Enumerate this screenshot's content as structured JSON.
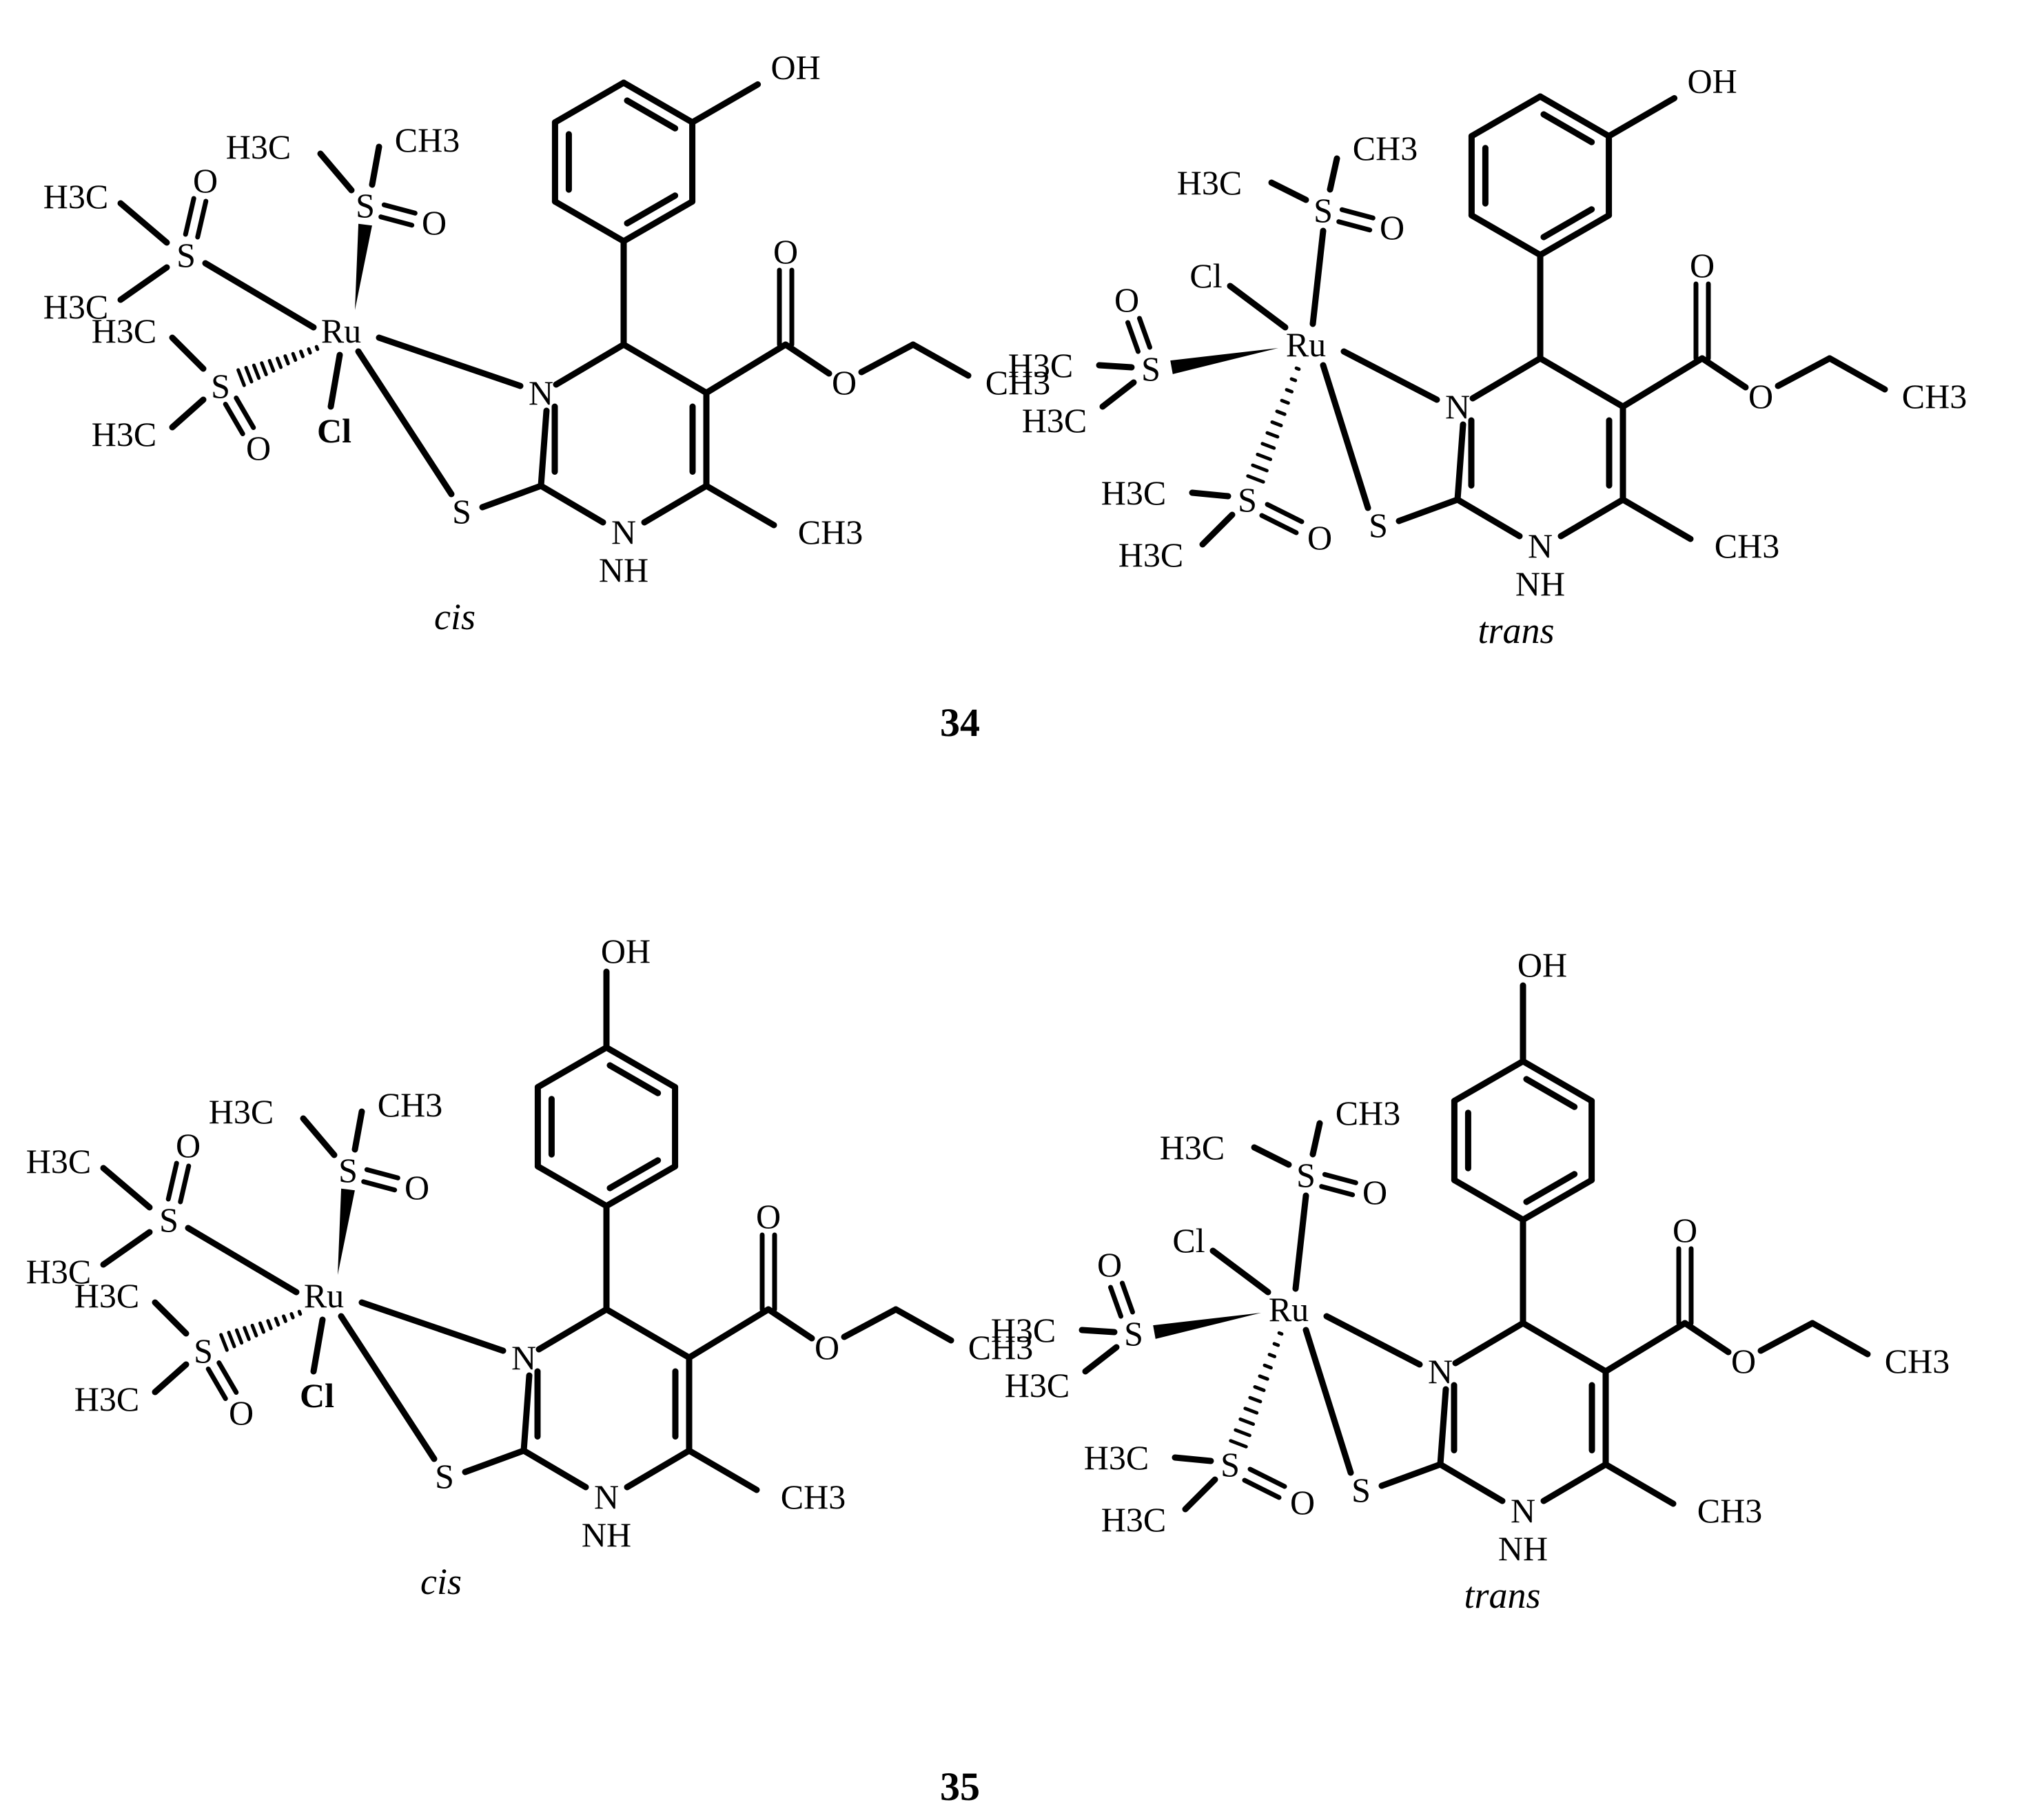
{
  "labels": {
    "h3c": "H3C",
    "ch3": "CH3",
    "s": "S",
    "o": "O",
    "ru": "Ru",
    "cl": "Cl",
    "n": "N",
    "nh": "NH",
    "oh": "OH"
  },
  "captions": {
    "cis": "cis",
    "trans": "trans"
  },
  "compounds": [
    "34",
    "35"
  ],
  "colors": {
    "ink": "#000000",
    "background": "#ffffff"
  }
}
